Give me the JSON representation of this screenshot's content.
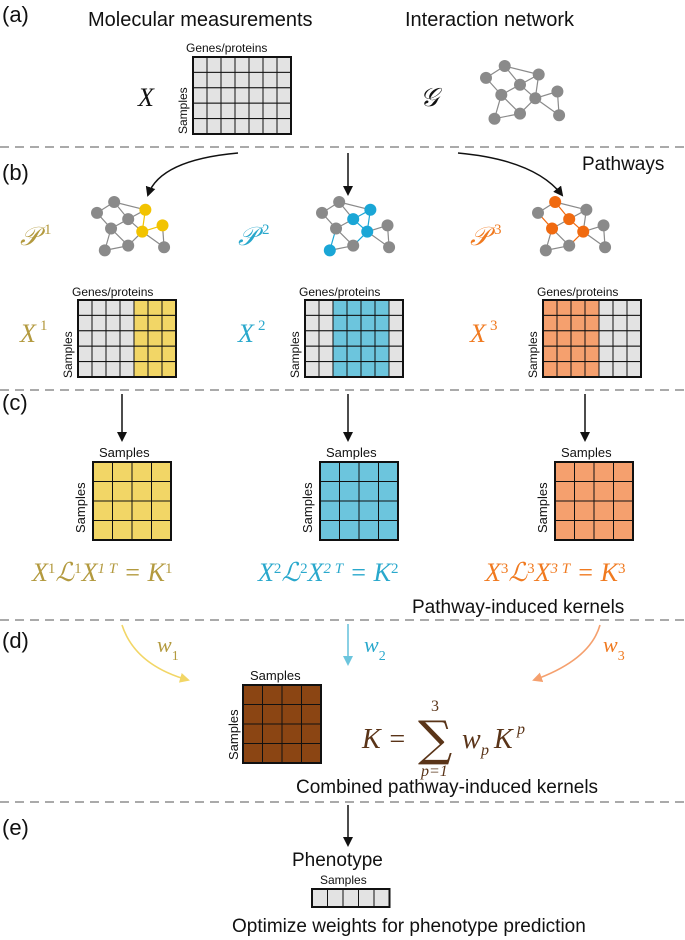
{
  "panels": {
    "a": {
      "label": "(a)",
      "molecular_title": "Molecular measurements",
      "network_title": "Interaction network",
      "genes_label": "Genes/proteins",
      "samples_label": "Samples",
      "matrix_symbol": "X",
      "graph_symbol": "𝒢"
    },
    "b": {
      "label": "(b)",
      "pathways_label": "Pathways",
      "items": [
        {
          "p_sym": "𝒫",
          "p_sup": "1",
          "x_sym": "X",
          "x_sup": "1",
          "color": "#b39a3f",
          "fill": "#f2d666",
          "node_color": "#f2c300",
          "genes_label": "Genes/proteins",
          "samples_label": "Samples"
        },
        {
          "p_sym": "𝒫",
          "p_sup": "2",
          "x_sym": "X",
          "x_sup": "2",
          "color": "#29a8cc",
          "fill": "#6cc5dd",
          "node_color": "#1aa6d6",
          "genes_label": "Genes/proteins",
          "samples_label": "Samples"
        },
        {
          "p_sym": "𝒫",
          "p_sup": "3",
          "x_sym": "X",
          "x_sup": "3",
          "color": "#f07a20",
          "fill": "#f5a06e",
          "node_color": "#f06a10",
          "genes_label": "Genes/proteins",
          "samples_label": "Samples"
        }
      ]
    },
    "c": {
      "label": "(c)",
      "kernels_label": "Pathway-induced kernels",
      "samples_label": "Samples",
      "formulas": [
        {
          "a": "X",
          "s1": "1",
          "b": "ℒ",
          "s2": "1",
          "c": "X",
          "s3": "1 T",
          "eq": " = K",
          "s4": "1"
        },
        {
          "a": "X",
          "s1": "2",
          "b": "ℒ",
          "s2": "2",
          "c": "X",
          "s3": "2 T",
          "eq": " = K",
          "s4": "2"
        },
        {
          "a": "X",
          "s1": "3",
          "b": "ℒ",
          "s2": "3",
          "c": "X",
          "s3": "3 T",
          "eq": " = K",
          "s4": "3"
        }
      ]
    },
    "d": {
      "label": "(d)",
      "weights": [
        {
          "w": "w",
          "sub": "1",
          "color": "#f2d666"
        },
        {
          "w": "w",
          "sub": "2",
          "color": "#6cc5dd"
        },
        {
          "w": "w",
          "sub": "3",
          "color": "#f5a06e"
        }
      ],
      "samples_label": "Samples",
      "combined_label": "Combined pathway-induced kernels",
      "formula_lhs": "K =",
      "sum_sign": "∑",
      "sum_upper": "3",
      "sum_lower": "p=1",
      "formula_rhs_w": "w",
      "formula_rhs_wsub": "p",
      "formula_rhs_k": "K",
      "formula_rhs_ksup": "p",
      "color": "#8b4513",
      "text_color": "#5a3418"
    },
    "e": {
      "label": "(e)",
      "phenotype_label": "Phenotype",
      "samples_label": "Samples",
      "optimize_label": "Optimize weights for phenotype prediction"
    }
  }
}
